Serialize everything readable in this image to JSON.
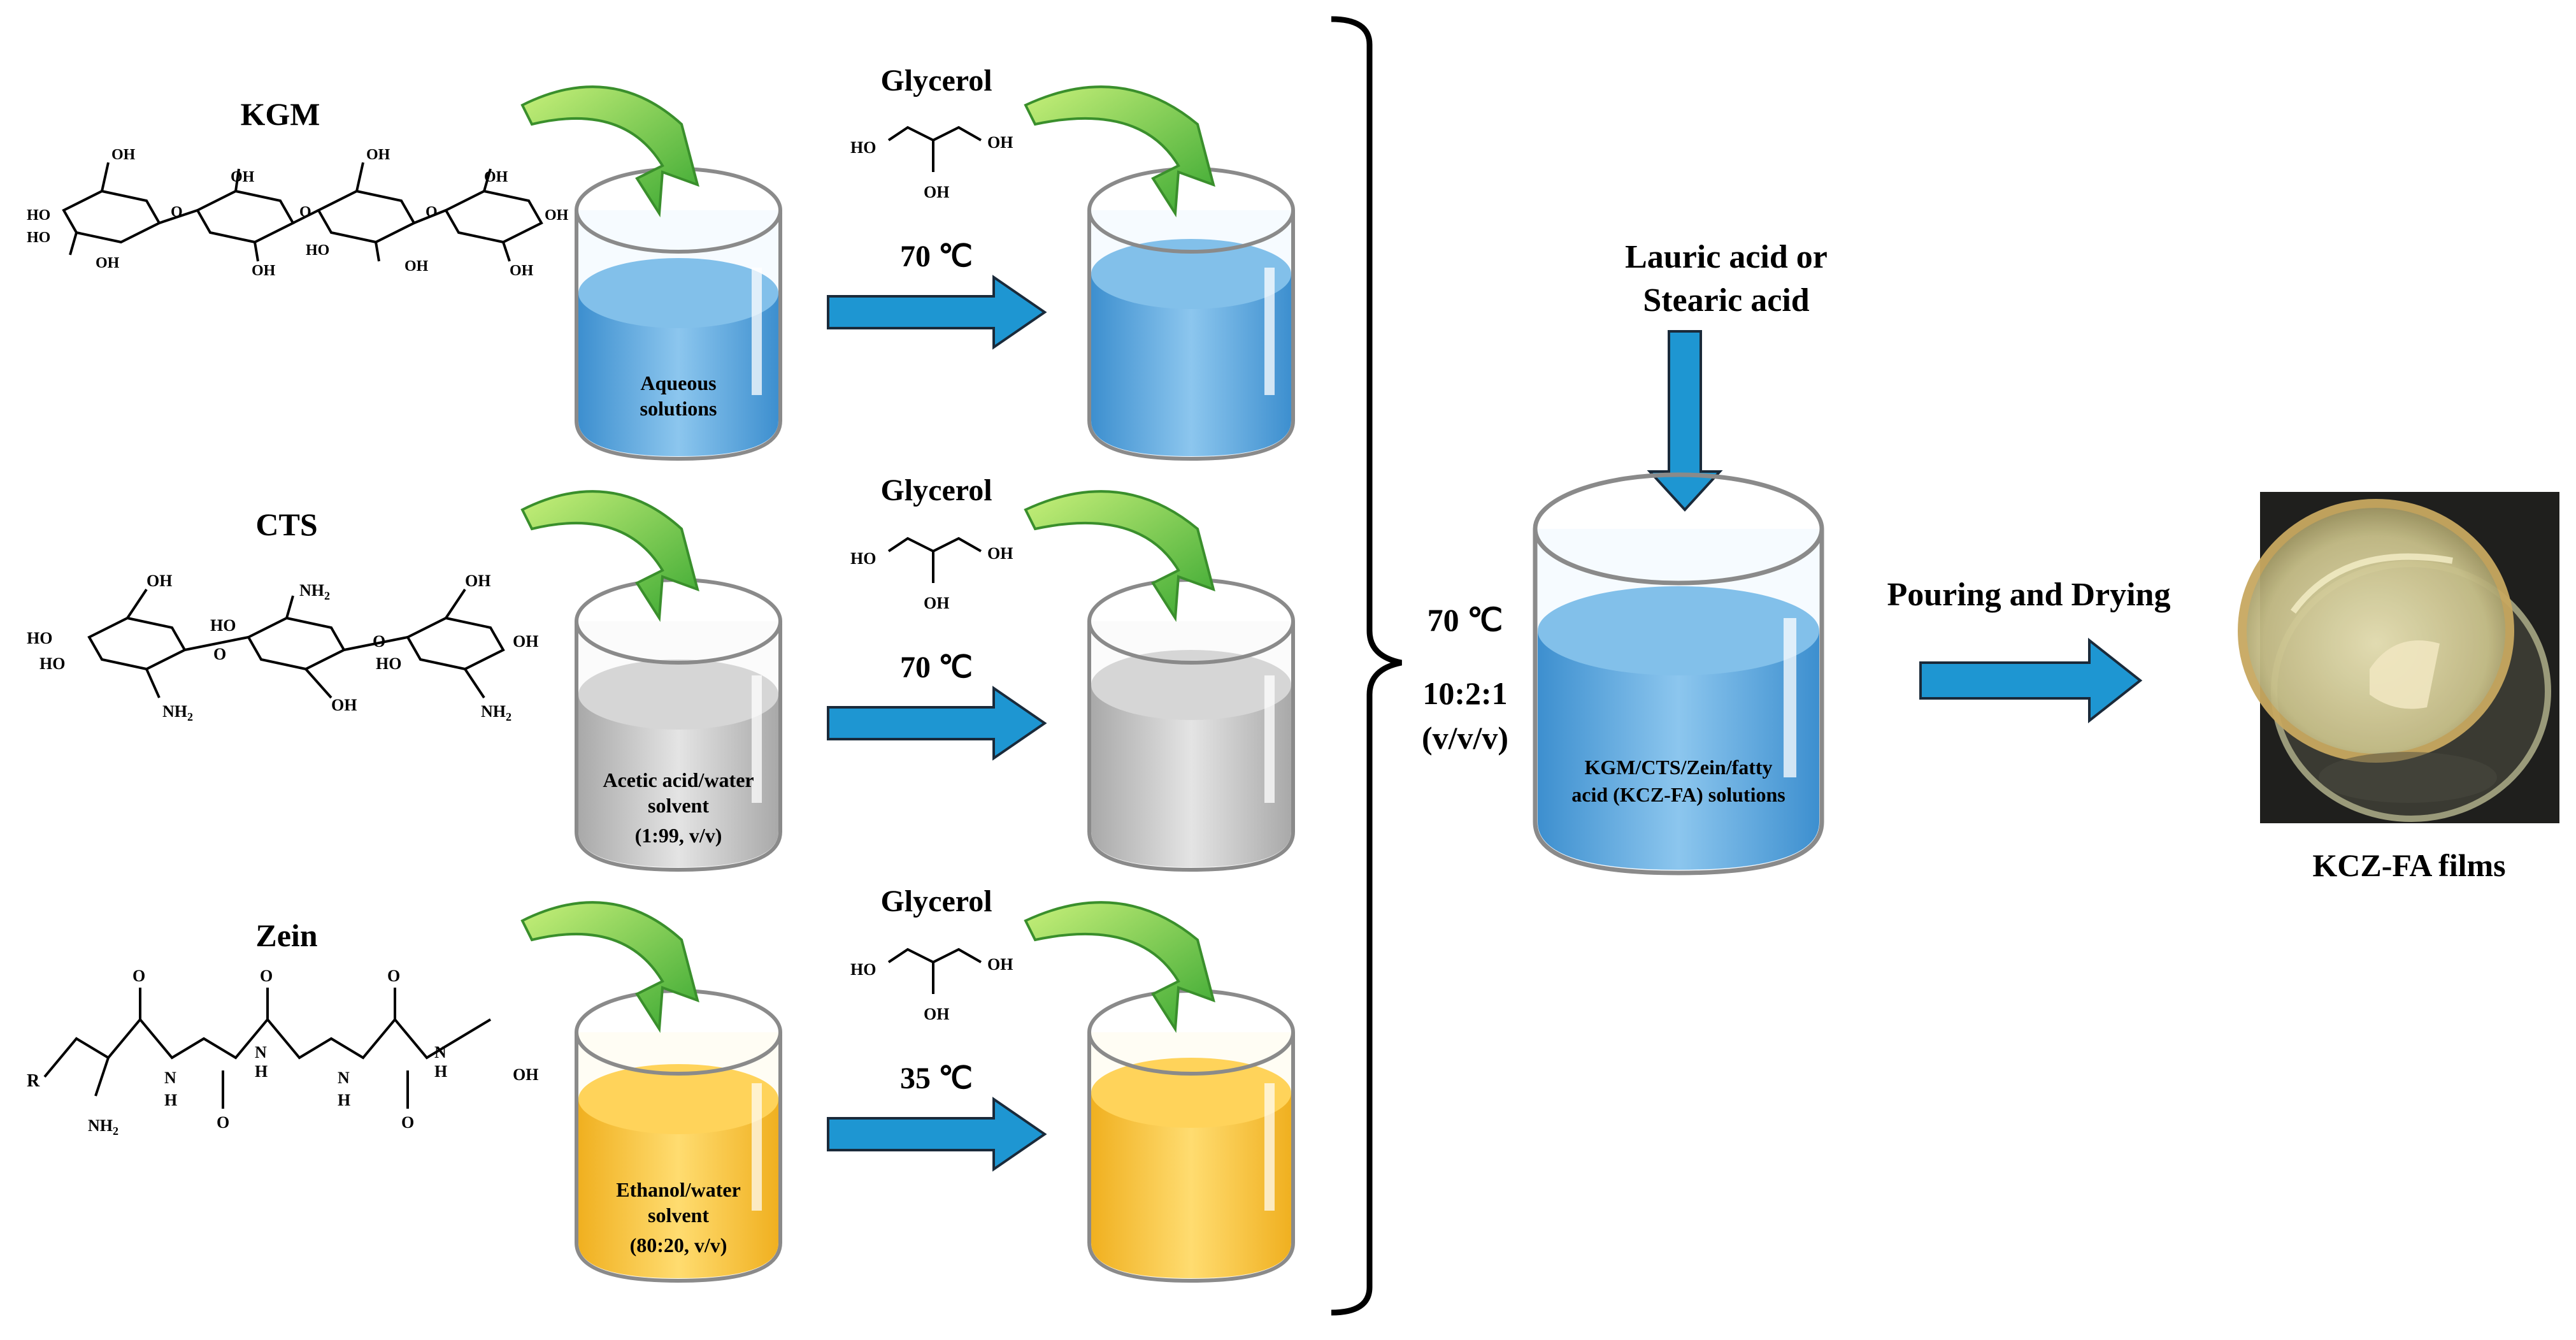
{
  "rows": [
    {
      "id": "kgm",
      "polymer": "KGM",
      "additive": "Glycerol",
      "temperature": "70 ℃",
      "solvent_lines": [
        "Aqueous",
        "solutions"
      ],
      "liquid_color": "#5aa8e0"
    },
    {
      "id": "cts",
      "polymer": "CTS",
      "additive": "Glycerol",
      "temperature": "70 ℃",
      "solvent_lines": [
        "Acetic acid/water",
        "solvent",
        "(1:99, v/v)"
      ],
      "liquid_color": "#c8c8c8"
    },
    {
      "id": "zein",
      "polymer": "Zein",
      "additive": "Glycerol",
      "temperature": "35 ℃",
      "solvent_lines": [
        "Ethanol/water",
        "solvent",
        "(80:20, v/v)"
      ],
      "liquid_color": "#f4bf30"
    }
  ],
  "glycerol_atoms": {
    "ho_left": "HO",
    "oh_right": "OH",
    "oh_bottom": "OH"
  },
  "kgm_atoms": {
    "oh": "OH",
    "ho": "HO",
    "o": "O"
  },
  "cts_atoms": {
    "oh": "OH",
    "ho": "HO",
    "o": "O",
    "nh2": "NH",
    "nh2_sub": "2"
  },
  "zein_atoms": {
    "r": "R",
    "nh2": "NH",
    "nh2_sub": "2",
    "n": "N",
    "h": "H",
    "o": "O",
    "oh": "OH"
  },
  "mix": {
    "temperature": "70 ℃",
    "ratio": "10:2:1",
    "ratio_unit": "(v/v/v)",
    "fatty_acid_lines": [
      "Lauric acid or",
      "Stearic acid"
    ],
    "solution_lines": [
      "KGM/CTS/Zein/fatty",
      "acid (KCZ-FA) solutions"
    ]
  },
  "step_label": "Pouring and Drying",
  "product_label": "KCZ-FA films",
  "colors": {
    "arrow_blue": "#1e96d2",
    "curved_arrow_green": "#5ac83c",
    "mix_liquid": "#5aa8e0"
  }
}
